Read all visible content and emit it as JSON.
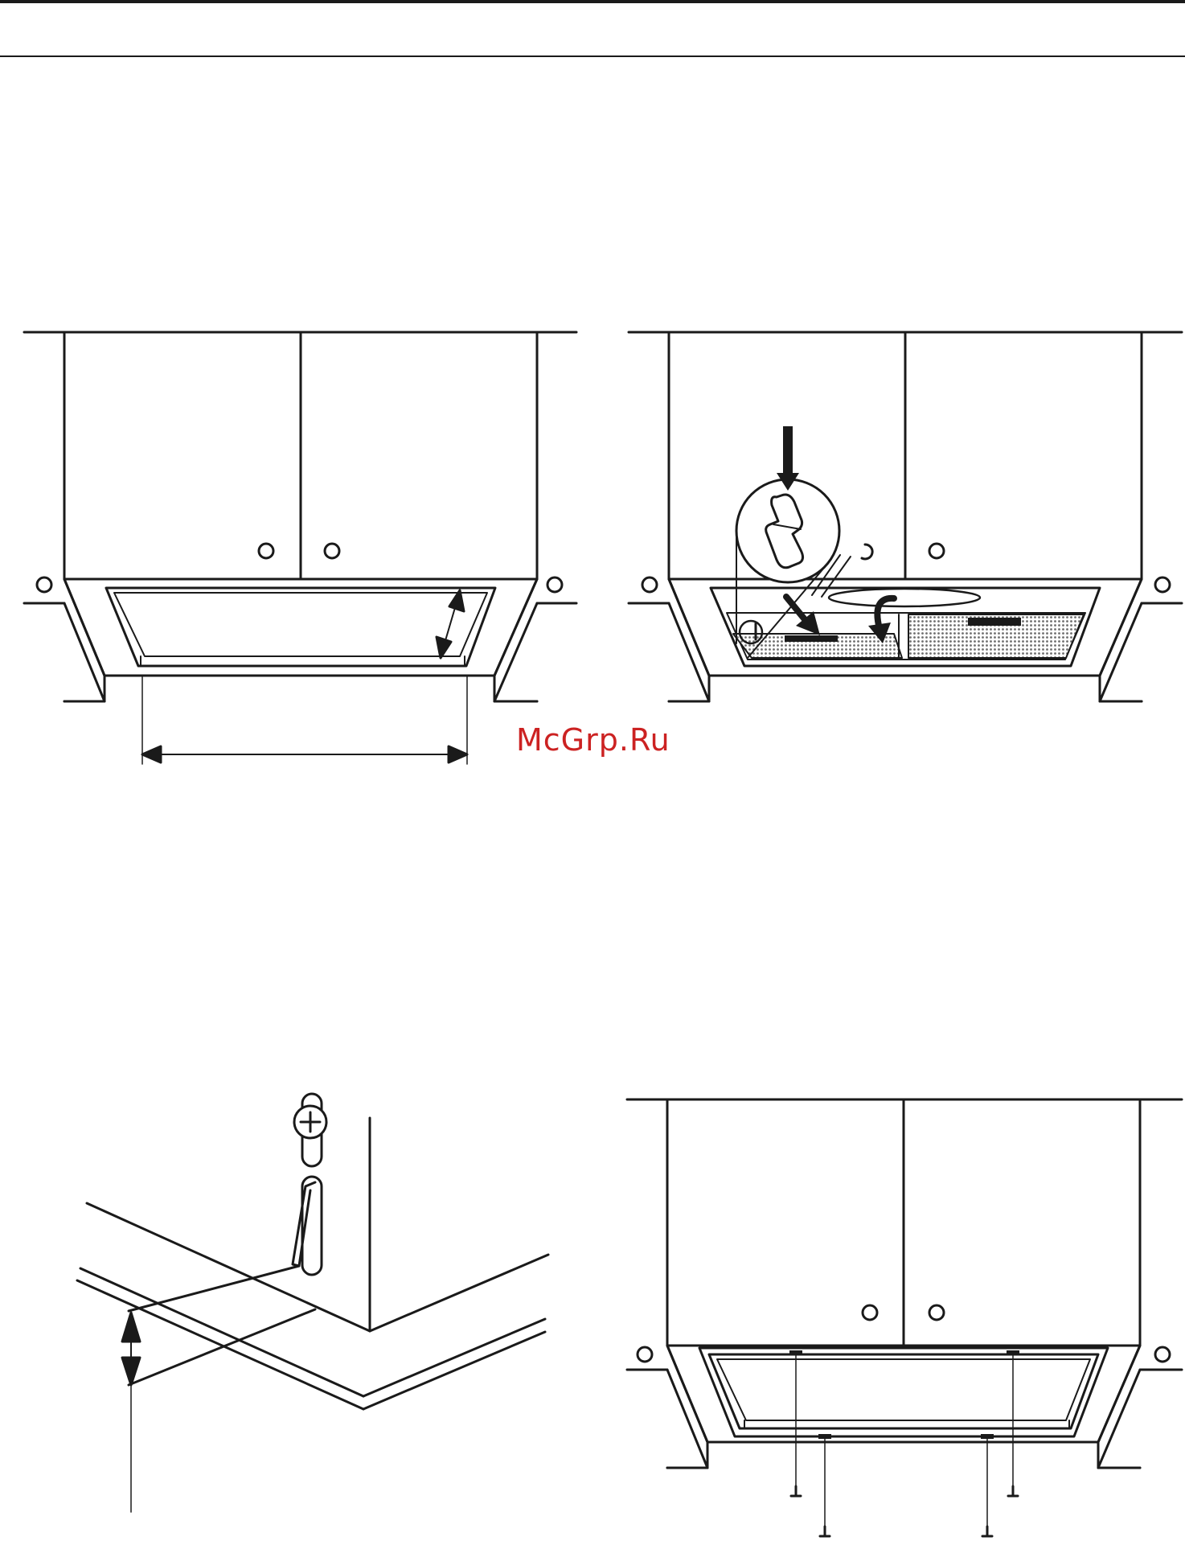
{
  "page": {
    "watermark": "McGrp.Ru",
    "watermark_color": "#cc2222",
    "line_color": "#1a1a1a",
    "filter_mesh_color": "#8a8a8a"
  },
  "figures": [
    {
      "id": "figure-1",
      "depicts": "hood-under-cabinet-with-dimension-arrows"
    },
    {
      "id": "figure-2",
      "depicts": "hood-filter-removal-with-magnified-clip"
    },
    {
      "id": "figure-3",
      "depicts": "cabinet-corner-with-keyhole-screw-bracket"
    },
    {
      "id": "figure-4",
      "depicts": "hood-under-cabinet-with-four-fixing-screws"
    }
  ],
  "icons": [
    "arrow-down-icon",
    "rotate-arrow-icon",
    "screw-icon",
    "keyhole-slot-icon",
    "wing-clip-icon"
  ]
}
